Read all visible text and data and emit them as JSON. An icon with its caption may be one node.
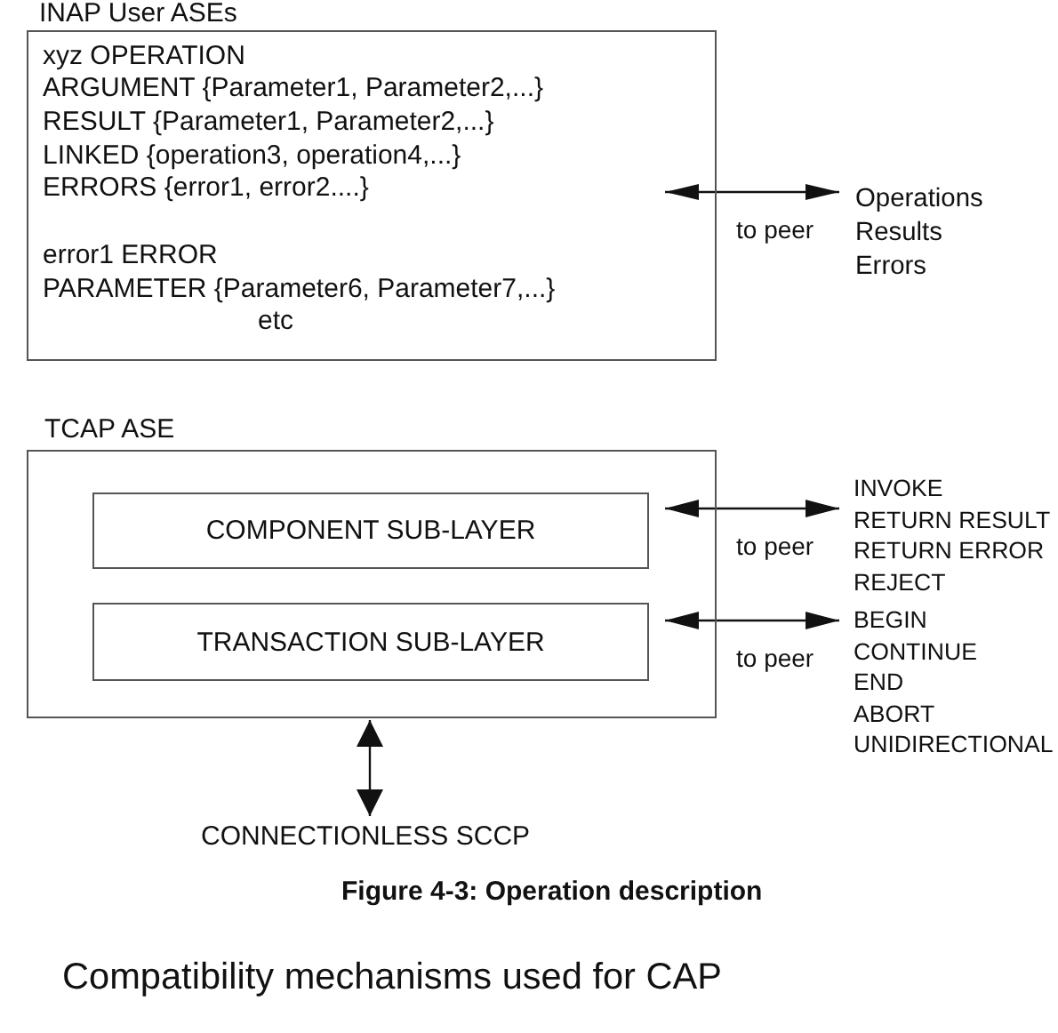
{
  "diagram": {
    "caption": "Figure 4-3: Operation description",
    "nodes": [
      {
        "text": [
          "INAP User ASEs",
          "xyz OPERATION",
          "ARGUMENT {Parameter1, Parameter2,...}",
          "RESULT {Parameter1, Parameter2,...}",
          "LINKED {operation3, operation4,...}",
          "ERRORS {error1, error2....}",
          "error1 ERROR",
          "PARAMETER {Parameter6, Parameter7,...}",
          "etc"
        ]
      },
      {
        "text": [
          "Operations",
          "Results",
          "Errors"
        ]
      },
      {
        "text": [
          "TCAP ASE"
        ]
      },
      {
        "text": [
          "COMPONENT SUB-LAYER"
        ],
        "in": 2
      },
      {
        "text": [
          "TRANSACTION SUB-LAYER"
        ],
        "in": 2
      },
      {
        "text": [
          "INVOKE",
          "RETURN RESULT",
          "RETURN ERROR",
          "REJECT"
        ]
      },
      {
        "text": [
          "BEGIN",
          "CONTINUE",
          "END",
          "ABORT",
          "UNIDIRECTIONAL"
        ]
      },
      {
        "text": [
          "CONNECTIONLESS SCCP"
        ]
      }
    ],
    "edges": [
      {
        "from": 0,
        "to": 1,
        "arrow": "both",
        "label": "to peer"
      },
      {
        "from": 3,
        "to": 5,
        "arrow": "both",
        "label": "to peer"
      },
      {
        "from": 4,
        "to": 6,
        "arrow": "both",
        "label": "to peer"
      },
      {
        "from": 2,
        "to": 7,
        "arrow": "both"
      }
    ],
    "labels": [
      "Compatibility mechanisms used for CAP"
    ]
  }
}
